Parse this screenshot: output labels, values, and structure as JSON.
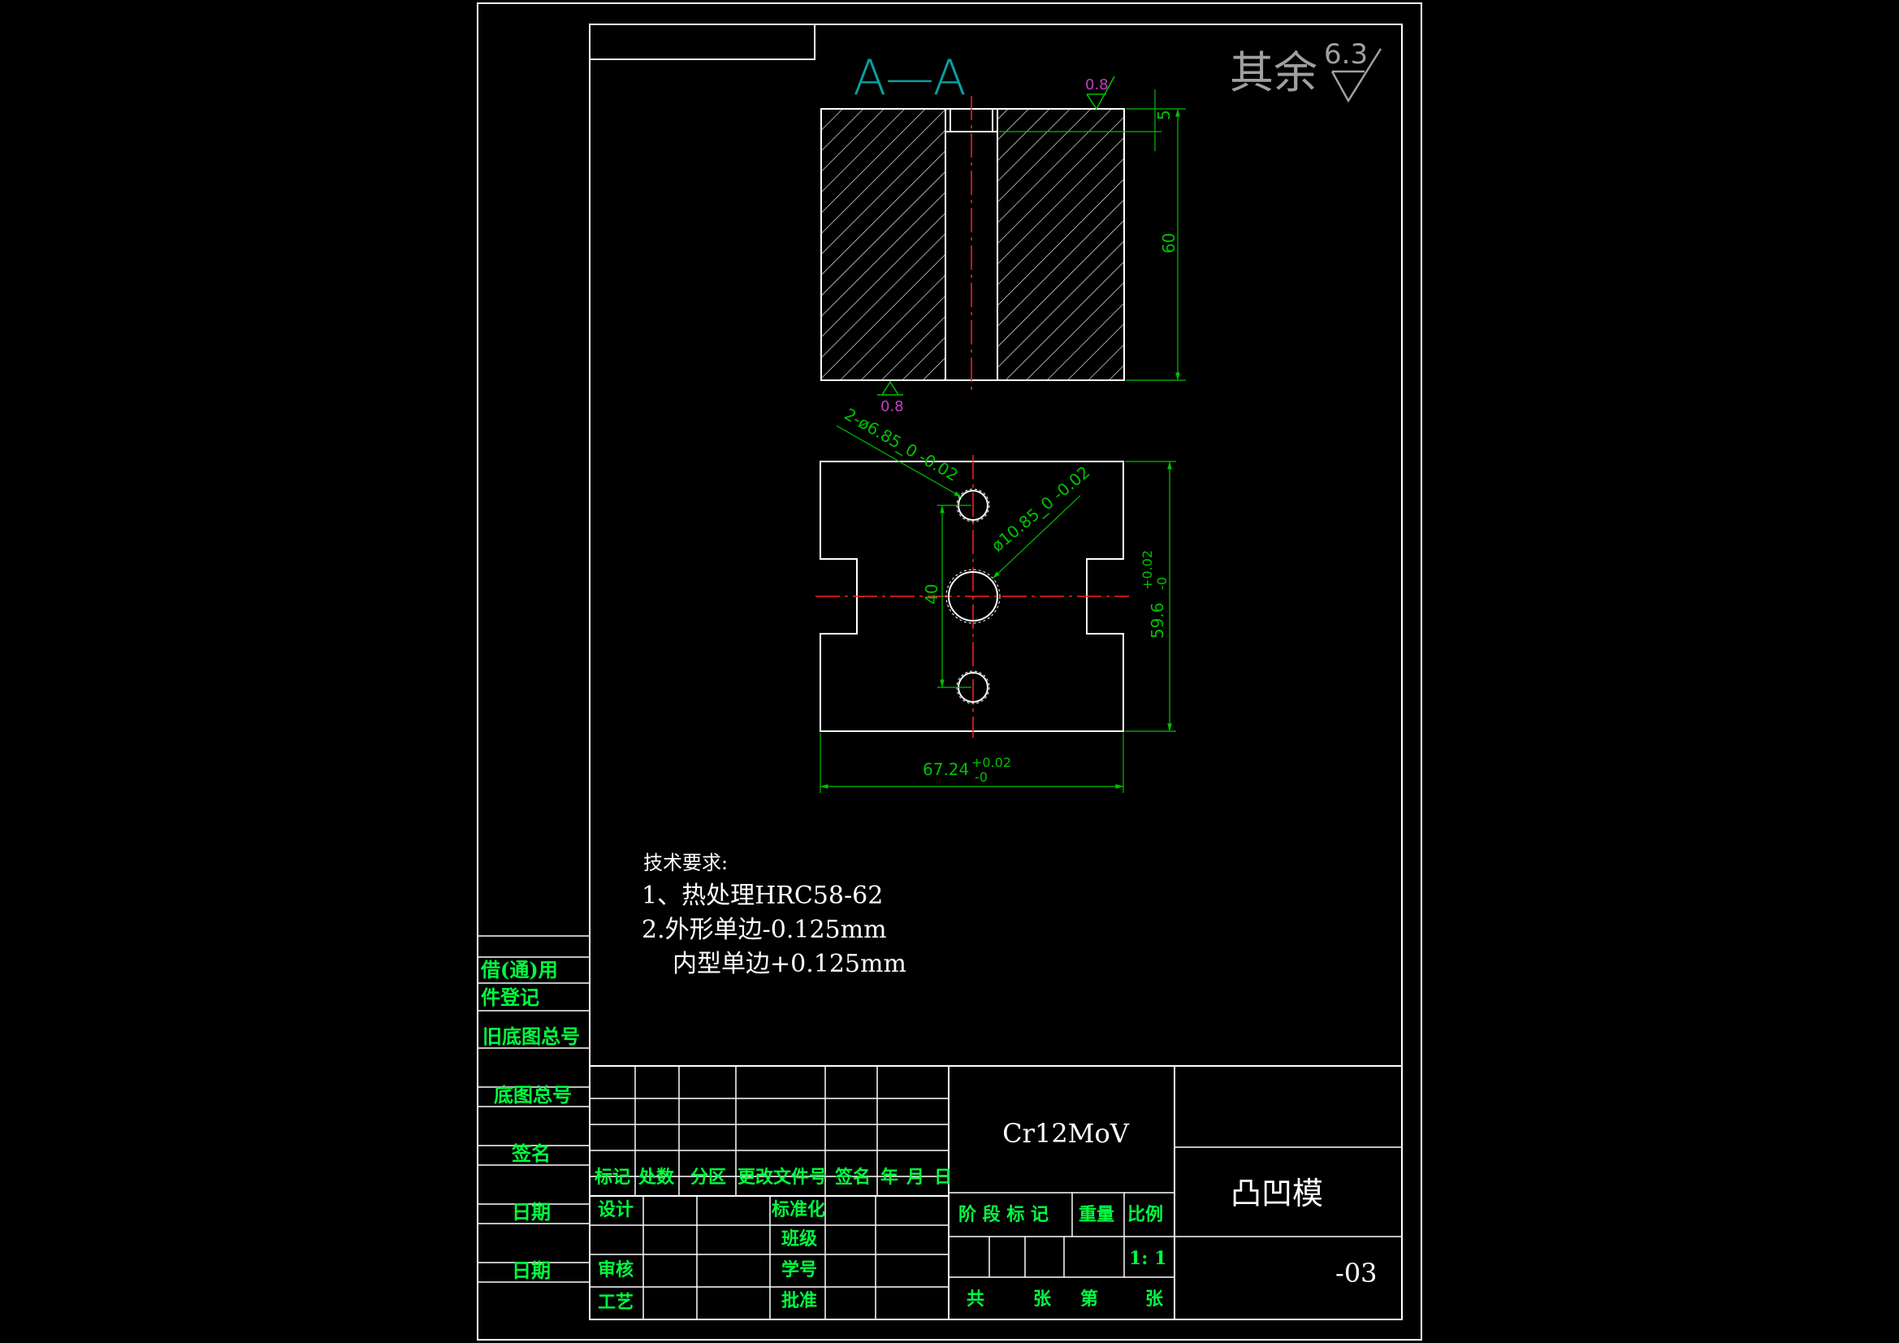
{
  "colors": {
    "background": "#000000",
    "line": "#ffffff",
    "dimension": "#00c000",
    "label": "#00ff40",
    "section_title": "#0aa0a0",
    "surface_finish": "#c040c0",
    "center_line": "#ff2020",
    "roughness_note": "#a0a0a0"
  },
  "drawing": {
    "section_label": "A—A",
    "roughness_note_text": "其余",
    "roughness_note_value": "6.3",
    "finish_top_value": "0.8",
    "finish_bottom_value": "0.8",
    "dim_top_depth": "5",
    "dim_height": "60",
    "dim_small_holes": "2-ø6.85_0 -0.02",
    "dim_center_hole": "ø10.85_0 -0.02",
    "dim_hole_spacing": "40",
    "dim_block_height": "59.6",
    "dim_block_height_tol_upper": "+0.02",
    "dim_block_height_tol_lower": "-0",
    "dim_block_width": "67.24",
    "dim_block_width_tol_upper": "+0.02",
    "dim_block_width_tol_lower": "-0"
  },
  "notes": {
    "title": "技术要求:",
    "line1": "1、热处理HRC58-62",
    "line2": "2.外形单边-0.125mm",
    "line3": "内型单边+0.125mm"
  },
  "side_panel": {
    "borrow_use": "借(通)用",
    "register": "件登记",
    "old_drawing_no": "旧底图总号",
    "drawing_no": "底图总号",
    "signature": "签名",
    "date1": "日期",
    "date2": "日期"
  },
  "title_block": {
    "headers": {
      "mark": "标记",
      "count": "处数",
      "zone": "分区",
      "change_doc": "更改文件号",
      "sign": "签名",
      "year": "年",
      "month": "月",
      "day": "日"
    },
    "roles": {
      "design": "设计",
      "review": "审核",
      "process": "工艺",
      "standardize": "标准化",
      "class": "班级",
      "student_no": "学号",
      "approve": "批准"
    },
    "material": "Cr12MoV",
    "stage_label": "阶 段 标 记",
    "weight_label": "重量",
    "scale_label": "比例",
    "scale_value": "1: 1",
    "sheet_total": "共",
    "sheet_unit": "张",
    "sheet_no": "第",
    "sheet_unit2": "张",
    "part_name": "凸凹模",
    "drawing_number": "-03"
  }
}
